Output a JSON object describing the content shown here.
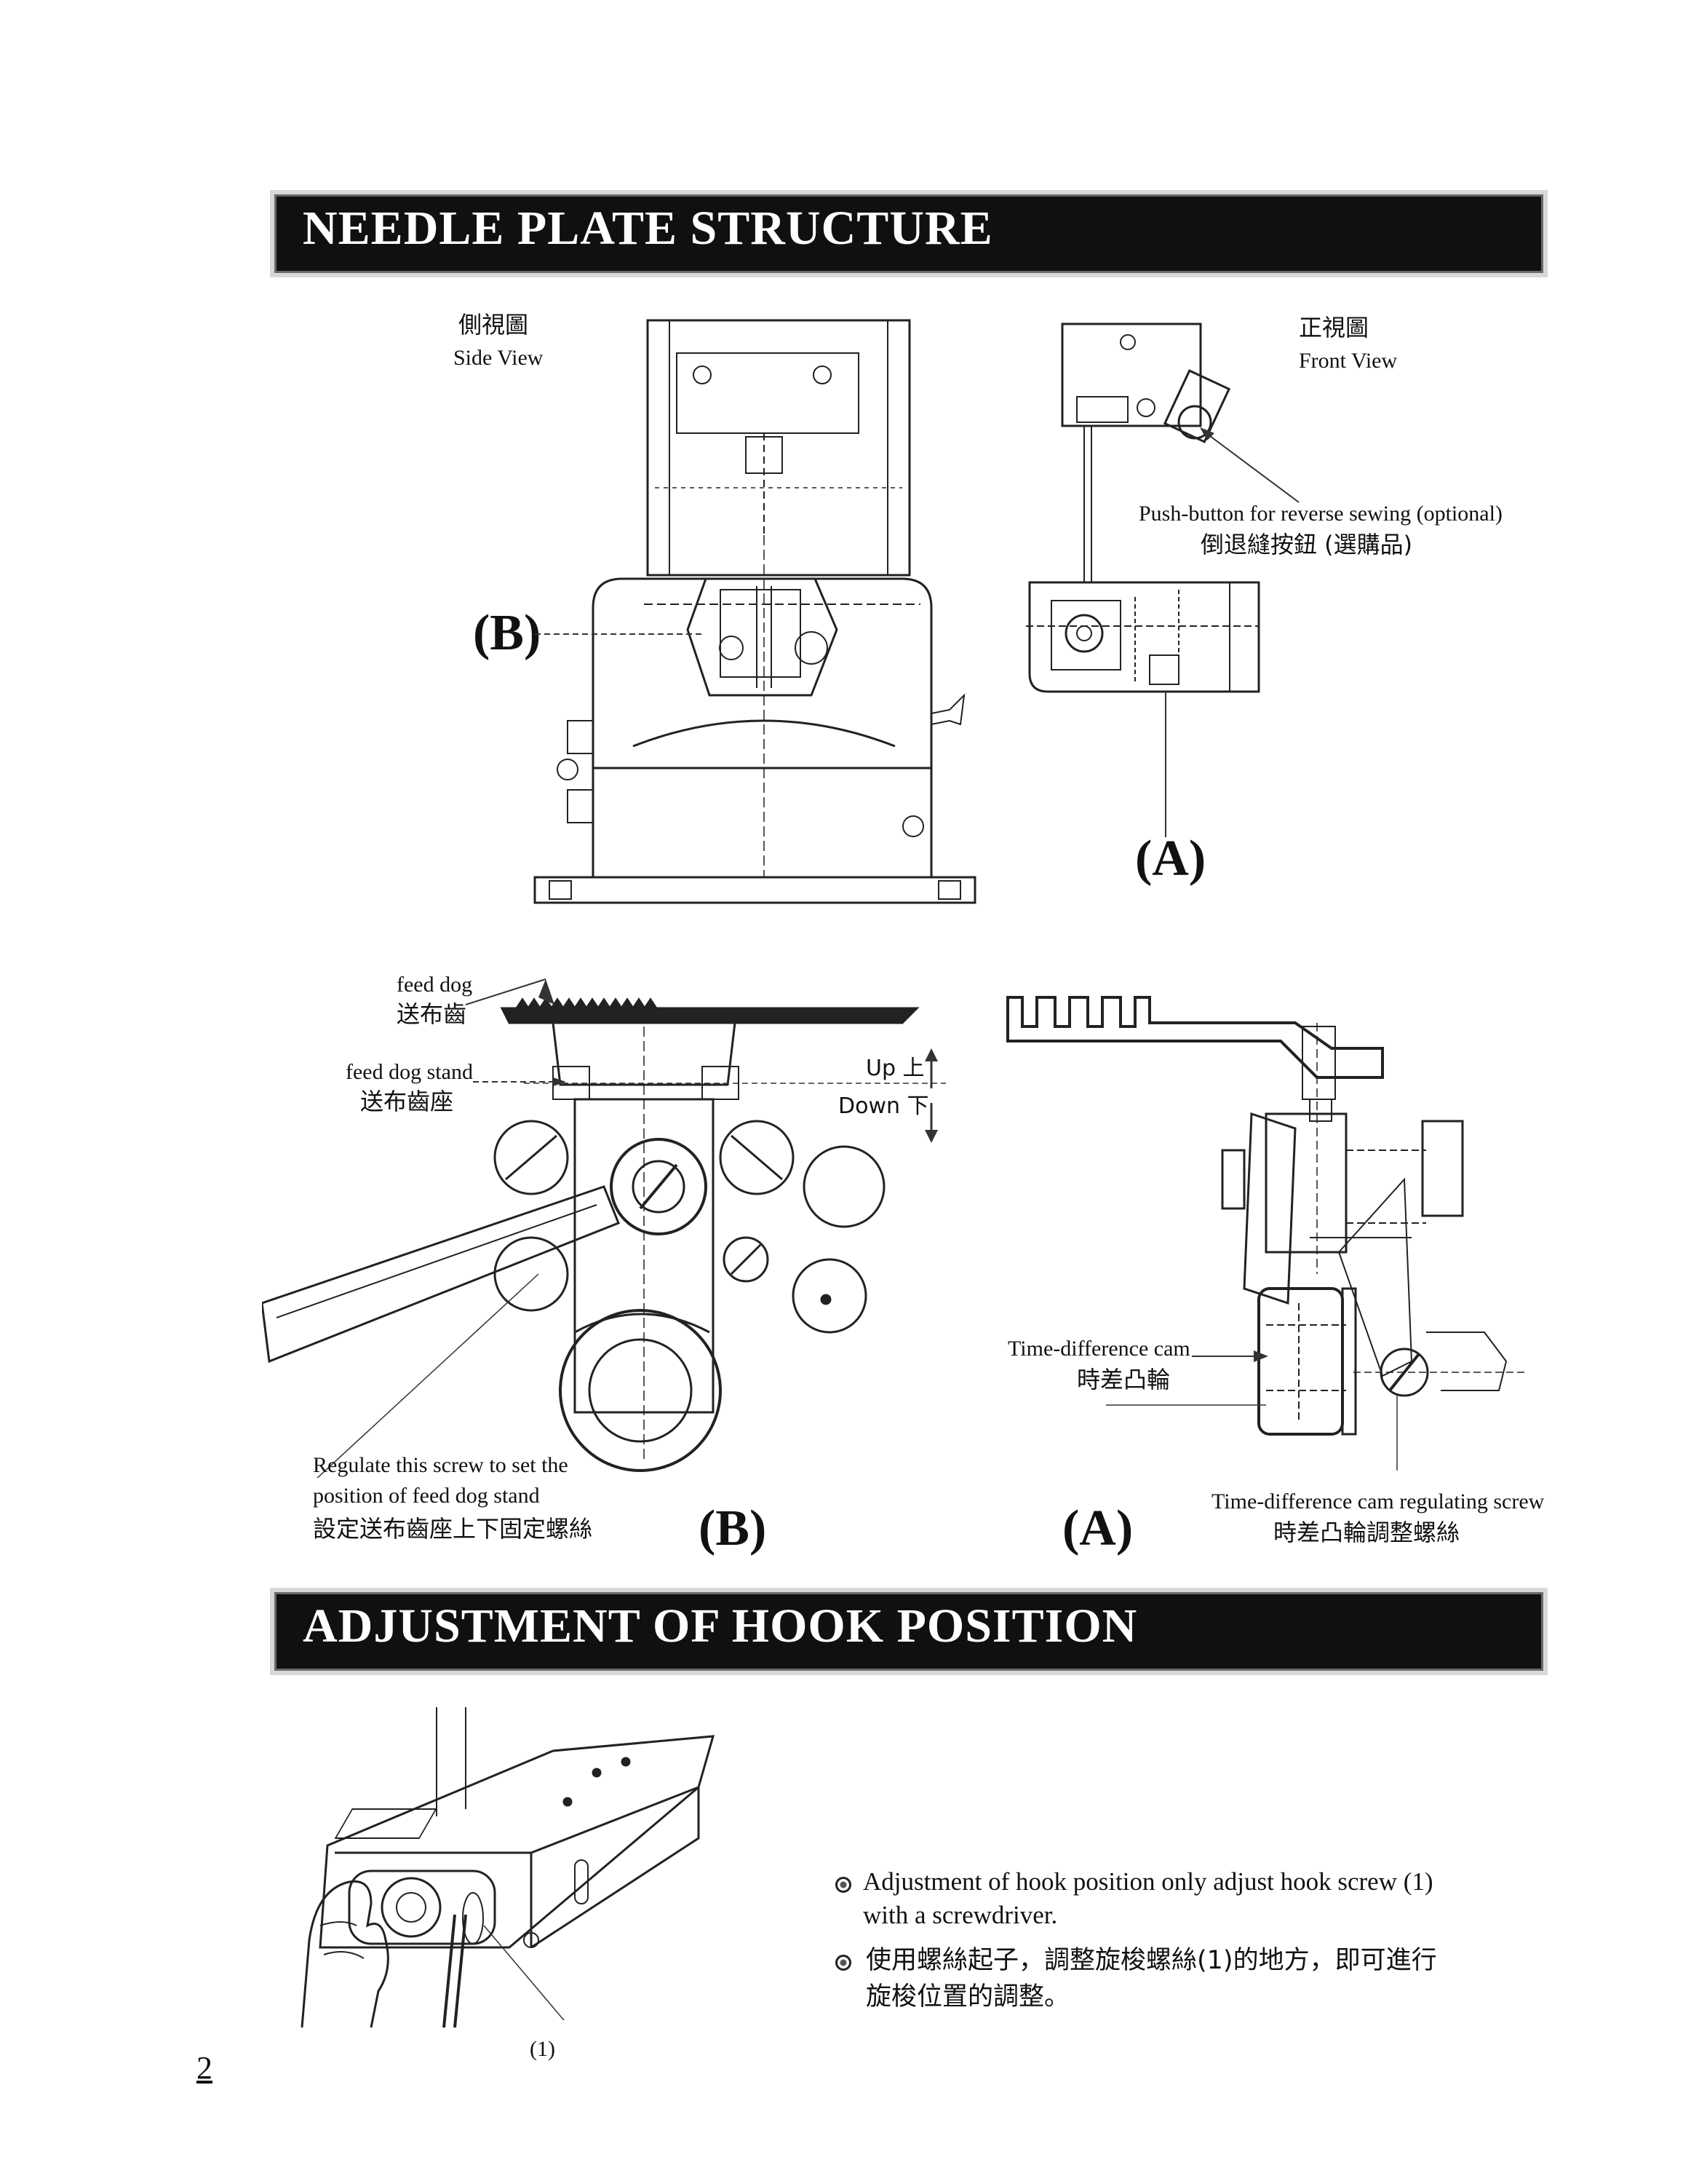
{
  "sections": {
    "needle_plate_title": "NEEDLE PLATE STRUCTURE",
    "hook_title": "ADJUSTMENT OF HOOK POSITION"
  },
  "side_view": {
    "zh": "側視圖",
    "en": "Side View",
    "marker": "(B)"
  },
  "front_view": {
    "zh": "正視圖",
    "en": "Front View",
    "push_button_en": "Push-button for reverse sewing (optional)",
    "push_button_zh": "倒退縫按鈕 (選購品)",
    "marker": "(A)"
  },
  "detail_b": {
    "feed_dog_en": "feed dog",
    "feed_dog_zh": "送布齒",
    "feed_dog_stand_en": "feed dog stand",
    "feed_dog_stand_zh": "送布齒座",
    "up": "Up 上",
    "down": "Down 下",
    "regulate_en_1": "Regulate this screw to set the",
    "regulate_en_2": "position of feed dog stand",
    "regulate_zh": "設定送布齒座上下固定螺絲",
    "marker": "(B)"
  },
  "detail_a": {
    "cam_en": "Time-difference cam",
    "cam_zh": "時差凸輪",
    "screw_en": "Time-difference cam regulating screw",
    "screw_zh": "時差凸輪調整螺絲",
    "marker": "(A)"
  },
  "hook": {
    "callout": "(1)",
    "bullet_en_1": "Adjustment of hook position only adjust hook screw (1)",
    "bullet_en_2": "with a screwdriver.",
    "bullet_zh_1": "使用螺絲起子，調整旋梭螺絲(1)的地方，即可進行",
    "bullet_zh_2": "旋梭位置的調整。"
  },
  "page_number": "2"
}
